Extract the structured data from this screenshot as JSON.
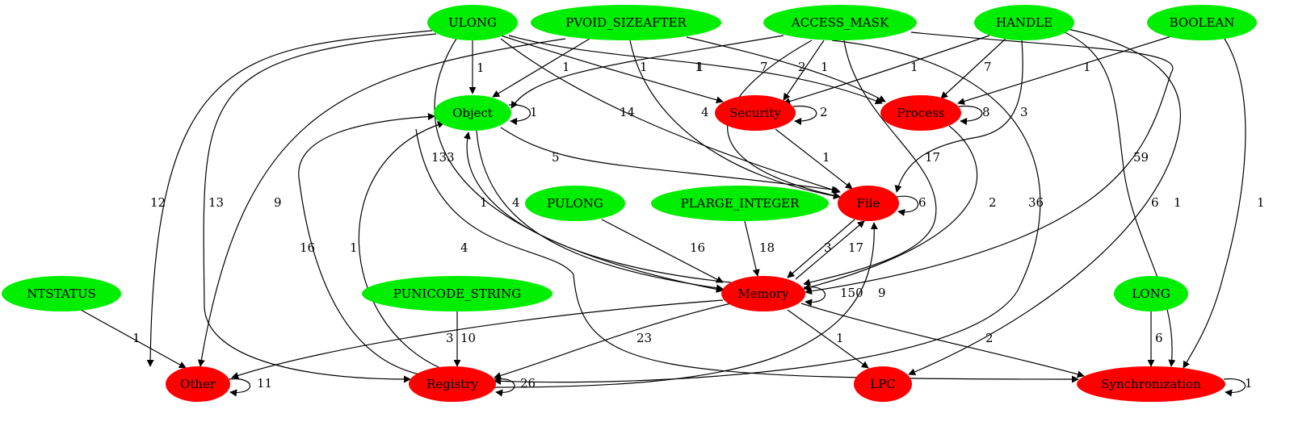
{
  "colors": {
    "type_node": "#00ee00",
    "category_node": "#ff0000",
    "edge": "#000000",
    "background": "#ffffff"
  },
  "nodes": [
    {
      "id": "ULONG",
      "label": "ULONG",
      "kind": "type"
    },
    {
      "id": "PVOID_SIZEAFTER",
      "label": "PVOID_SIZEAFTER",
      "kind": "type"
    },
    {
      "id": "ACCESS_MASK",
      "label": "ACCESS_MASK",
      "kind": "type"
    },
    {
      "id": "HANDLE",
      "label": "HANDLE",
      "kind": "type"
    },
    {
      "id": "BOOLEAN",
      "label": "BOOLEAN",
      "kind": "type"
    },
    {
      "id": "Object",
      "label": "Object",
      "kind": "type"
    },
    {
      "id": "Security",
      "label": "Security",
      "kind": "category"
    },
    {
      "id": "Process",
      "label": "Process",
      "kind": "category"
    },
    {
      "id": "PULONG",
      "label": "PULONG",
      "kind": "type"
    },
    {
      "id": "PLARGE_INTEGER",
      "label": "PLARGE_INTEGER",
      "kind": "type"
    },
    {
      "id": "File",
      "label": "File",
      "kind": "category"
    },
    {
      "id": "NTSTATUS",
      "label": "NTSTATUS",
      "kind": "type"
    },
    {
      "id": "PUNICODE_STRING",
      "label": "PUNICODE_STRING",
      "kind": "type"
    },
    {
      "id": "Memory",
      "label": "Memory",
      "kind": "category"
    },
    {
      "id": "LONG",
      "label": "LONG",
      "kind": "type"
    },
    {
      "id": "Other",
      "label": "Other",
      "kind": "category"
    },
    {
      "id": "Registry",
      "label": "Registry",
      "kind": "category"
    },
    {
      "id": "LPC",
      "label": "LPC",
      "kind": "category"
    },
    {
      "id": "Synchronization",
      "label": "Synchronization",
      "kind": "category"
    }
  ],
  "edges": [
    {
      "from": "ULONG",
      "to": "Object",
      "label": "1"
    },
    {
      "from": "ULONG",
      "to": "Other",
      "label": "12"
    },
    {
      "from": "ULONG",
      "to": "Registry",
      "label": "13"
    },
    {
      "from": "ULONG",
      "to": "Security",
      "label": "1"
    },
    {
      "from": "ULONG",
      "to": "Process",
      "label": "7"
    },
    {
      "from": "ULONG",
      "to": "File",
      "label": "14"
    },
    {
      "from": "ULONG",
      "to": "Memory",
      "label": "133"
    },
    {
      "from": "PVOID_SIZEAFTER",
      "to": "Object",
      "label": "1"
    },
    {
      "from": "PVOID_SIZEAFTER",
      "to": "Other",
      "label": "9"
    },
    {
      "from": "PVOID_SIZEAFTER",
      "to": "File",
      "label": "1"
    },
    {
      "from": "PVOID_SIZEAFTER",
      "to": "Process",
      "label": "2"
    },
    {
      "from": "ACCESS_MASK",
      "to": "Object",
      "label": "1"
    },
    {
      "from": "ACCESS_MASK",
      "to": "Security",
      "label": "1"
    },
    {
      "from": "ACCESS_MASK",
      "to": "File",
      "label": "4"
    },
    {
      "from": "ACCESS_MASK",
      "to": "Memory",
      "label": "17"
    },
    {
      "from": "ACCESS_MASK",
      "to": "Registry",
      "label": "36"
    },
    {
      "from": "ACCESS_MASK",
      "to": "Memory",
      "label": "59"
    },
    {
      "from": "HANDLE",
      "to": "Security",
      "label": "1"
    },
    {
      "from": "HANDLE",
      "to": "Process",
      "label": "7"
    },
    {
      "from": "HANDLE",
      "to": "File",
      "label": "3"
    },
    {
      "from": "HANDLE",
      "to": "Synchronization",
      "label": "6"
    },
    {
      "from": "HANDLE",
      "to": "LPC",
      "label": "1"
    },
    {
      "from": "BOOLEAN",
      "to": "Process",
      "label": "1"
    },
    {
      "from": "BOOLEAN",
      "to": "Synchronization",
      "label": "1"
    },
    {
      "from": "Object",
      "to": "Object",
      "label": "1"
    },
    {
      "from": "Object",
      "to": "File",
      "label": "5"
    },
    {
      "from": "Object",
      "to": "Memory",
      "label": "4"
    },
    {
      "from": "Object",
      "to": "Synchronization",
      "label": "4"
    },
    {
      "from": "Security",
      "to": "Security",
      "label": "2"
    },
    {
      "from": "Security",
      "to": "File",
      "label": "1"
    },
    {
      "from": "Process",
      "to": "Process",
      "label": "8"
    },
    {
      "from": "Process",
      "to": "Memory",
      "label": "2"
    },
    {
      "from": "File",
      "to": "File",
      "label": "6"
    },
    {
      "from": "File",
      "to": "Memory",
      "label": "3"
    },
    {
      "from": "Memory",
      "to": "Object",
      "label": "1"
    },
    {
      "from": "Memory",
      "to": "File",
      "label": "17"
    },
    {
      "from": "Memory",
      "to": "Memory",
      "label": "150"
    },
    {
      "from": "Memory",
      "to": "Other",
      "label": "3"
    },
    {
      "from": "Memory",
      "to": "Registry",
      "label": "23"
    },
    {
      "from": "Memory",
      "to": "LPC",
      "label": "1"
    },
    {
      "from": "Memory",
      "to": "Synchronization",
      "label": "2"
    },
    {
      "from": "PULONG",
      "to": "Memory",
      "label": "16"
    },
    {
      "from": "PLARGE_INTEGER",
      "to": "Memory",
      "label": "18"
    },
    {
      "from": "PUNICODE_STRING",
      "to": "Registry",
      "label": "10"
    },
    {
      "from": "NTSTATUS",
      "to": "Other",
      "label": "1"
    },
    {
      "from": "LONG",
      "to": "Synchronization",
      "label": "6"
    },
    {
      "from": "Registry",
      "to": "Object",
      "label": "16"
    },
    {
      "from": "Registry",
      "to": "Object",
      "label": "1"
    },
    {
      "from": "Registry",
      "to": "Registry",
      "label": "26"
    },
    {
      "from": "Registry",
      "to": "File",
      "label": "9"
    },
    {
      "from": "Other",
      "to": "Other",
      "label": "11"
    },
    {
      "from": "Synchronization",
      "to": "Synchronization",
      "label": "1"
    }
  ]
}
